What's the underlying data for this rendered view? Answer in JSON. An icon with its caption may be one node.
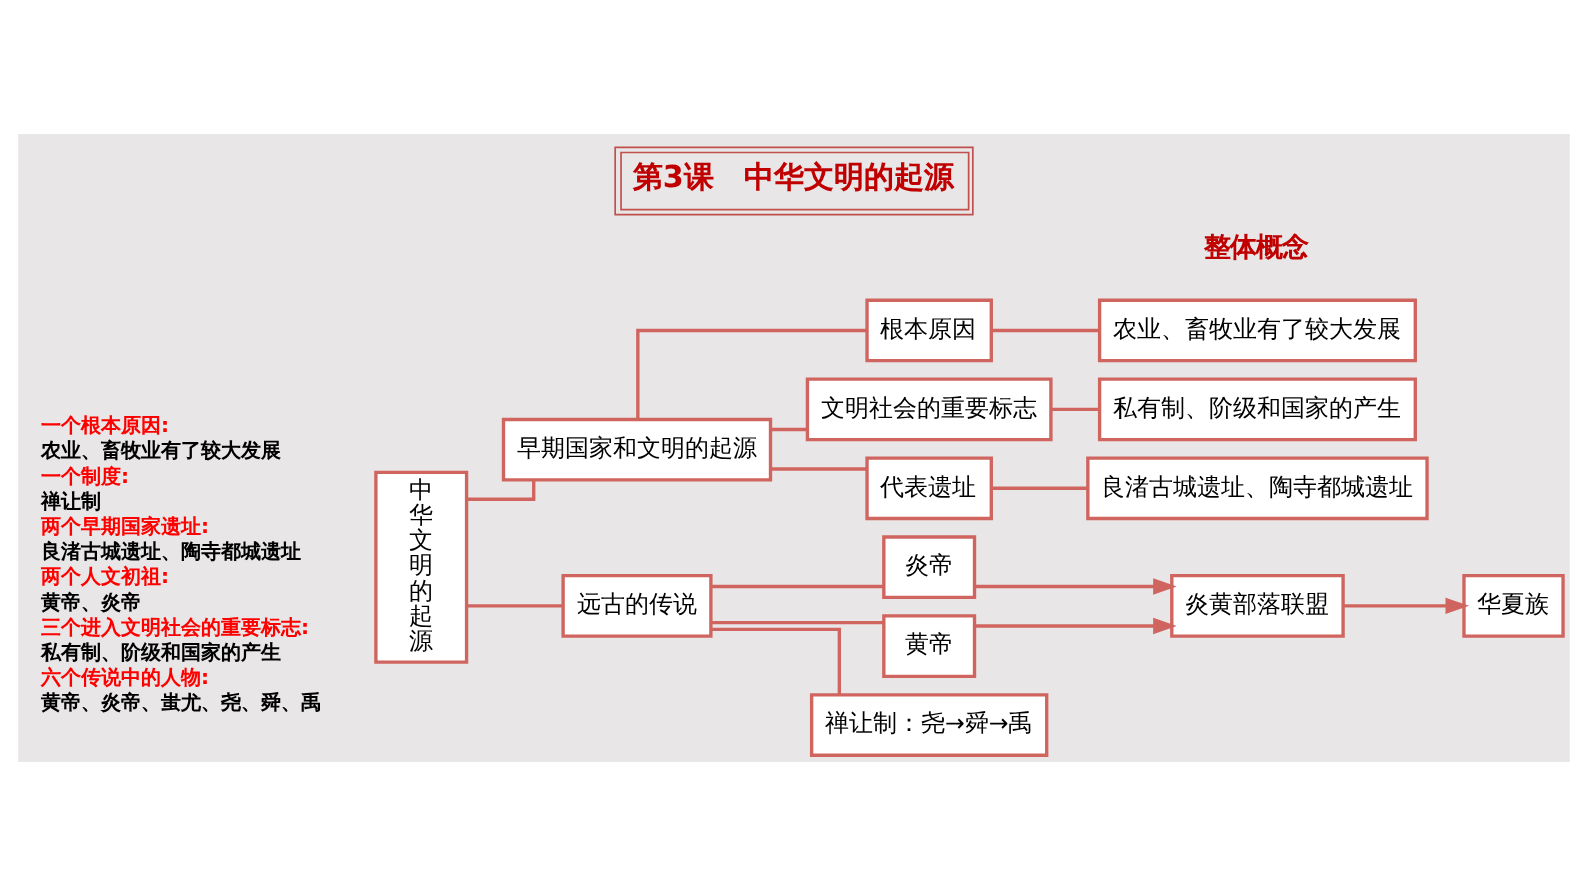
{
  "diagram": {
    "title": "第3课　中华文明的起源",
    "nodes": [
      {
        "text": [
          "中华文明的起源"
        ]
      },
      {
        "text": [
          "早期国家和文明的起源"
        ]
      },
      {
        "text": [
          "根本原因"
        ]
      },
      {
        "text": [
          "农业、畜牧业有了较大发展"
        ]
      },
      {
        "text": [
          "文明社会的重要标志"
        ]
      },
      {
        "text": [
          "私有制、阶级和国家的产生"
        ]
      },
      {
        "text": [
          "代表遗址"
        ]
      },
      {
        "text": [
          "良渚古城遗址、陶寺都城遗址"
        ]
      },
      {
        "text": [
          "远古的传说"
        ]
      },
      {
        "text": [
          "炎帝"
        ]
      },
      {
        "text": [
          "黄帝"
        ]
      },
      {
        "text": [
          "炎黄部落联盟"
        ]
      },
      {
        "text": [
          "华夏族"
        ]
      },
      {
        "text": [
          "禅让制：尧→舜→禹"
        ]
      }
    ],
    "edges": [
      {
        "from": 0,
        "to": 1,
        "arrow": "none"
      },
      {
        "from": 0,
        "to": 8,
        "arrow": "none"
      },
      {
        "from": 1,
        "to": 2,
        "arrow": "none"
      },
      {
        "from": 1,
        "to": 4,
        "arrow": "none"
      },
      {
        "from": 1,
        "to": 6,
        "arrow": "none"
      },
      {
        "from": 2,
        "to": 3,
        "arrow": "none"
      },
      {
        "from": 4,
        "to": 5,
        "arrow": "none"
      },
      {
        "from": 6,
        "to": 7,
        "arrow": "none"
      },
      {
        "from": 8,
        "to": 9,
        "arrow": "none"
      },
      {
        "from": 8,
        "to": 10,
        "arrow": "none"
      },
      {
        "from": 8,
        "to": 13,
        "arrow": "none"
      },
      {
        "from": 9,
        "to": 11,
        "arrow": "to"
      },
      {
        "from": 10,
        "to": 11,
        "arrow": "to"
      },
      {
        "from": 11,
        "to": 12,
        "arrow": "to"
      }
    ],
    "labels": [
      "整体概念",
      "一个根本原因:",
      "农业、畜牧业有了较大发展",
      "一个制度:",
      "禅让制",
      "两个早期国家遗址:",
      "良渚古城遗址、陶寺都城遗址",
      "两个人文初祖:",
      "黄帝、炎帝",
      "三个进入文明社会的重要标志:",
      "私有制、阶级和国家的产生",
      "六个传说中的人物:",
      "黄帝、炎帝、蚩尤、尧、舜、禹"
    ]
  }
}
